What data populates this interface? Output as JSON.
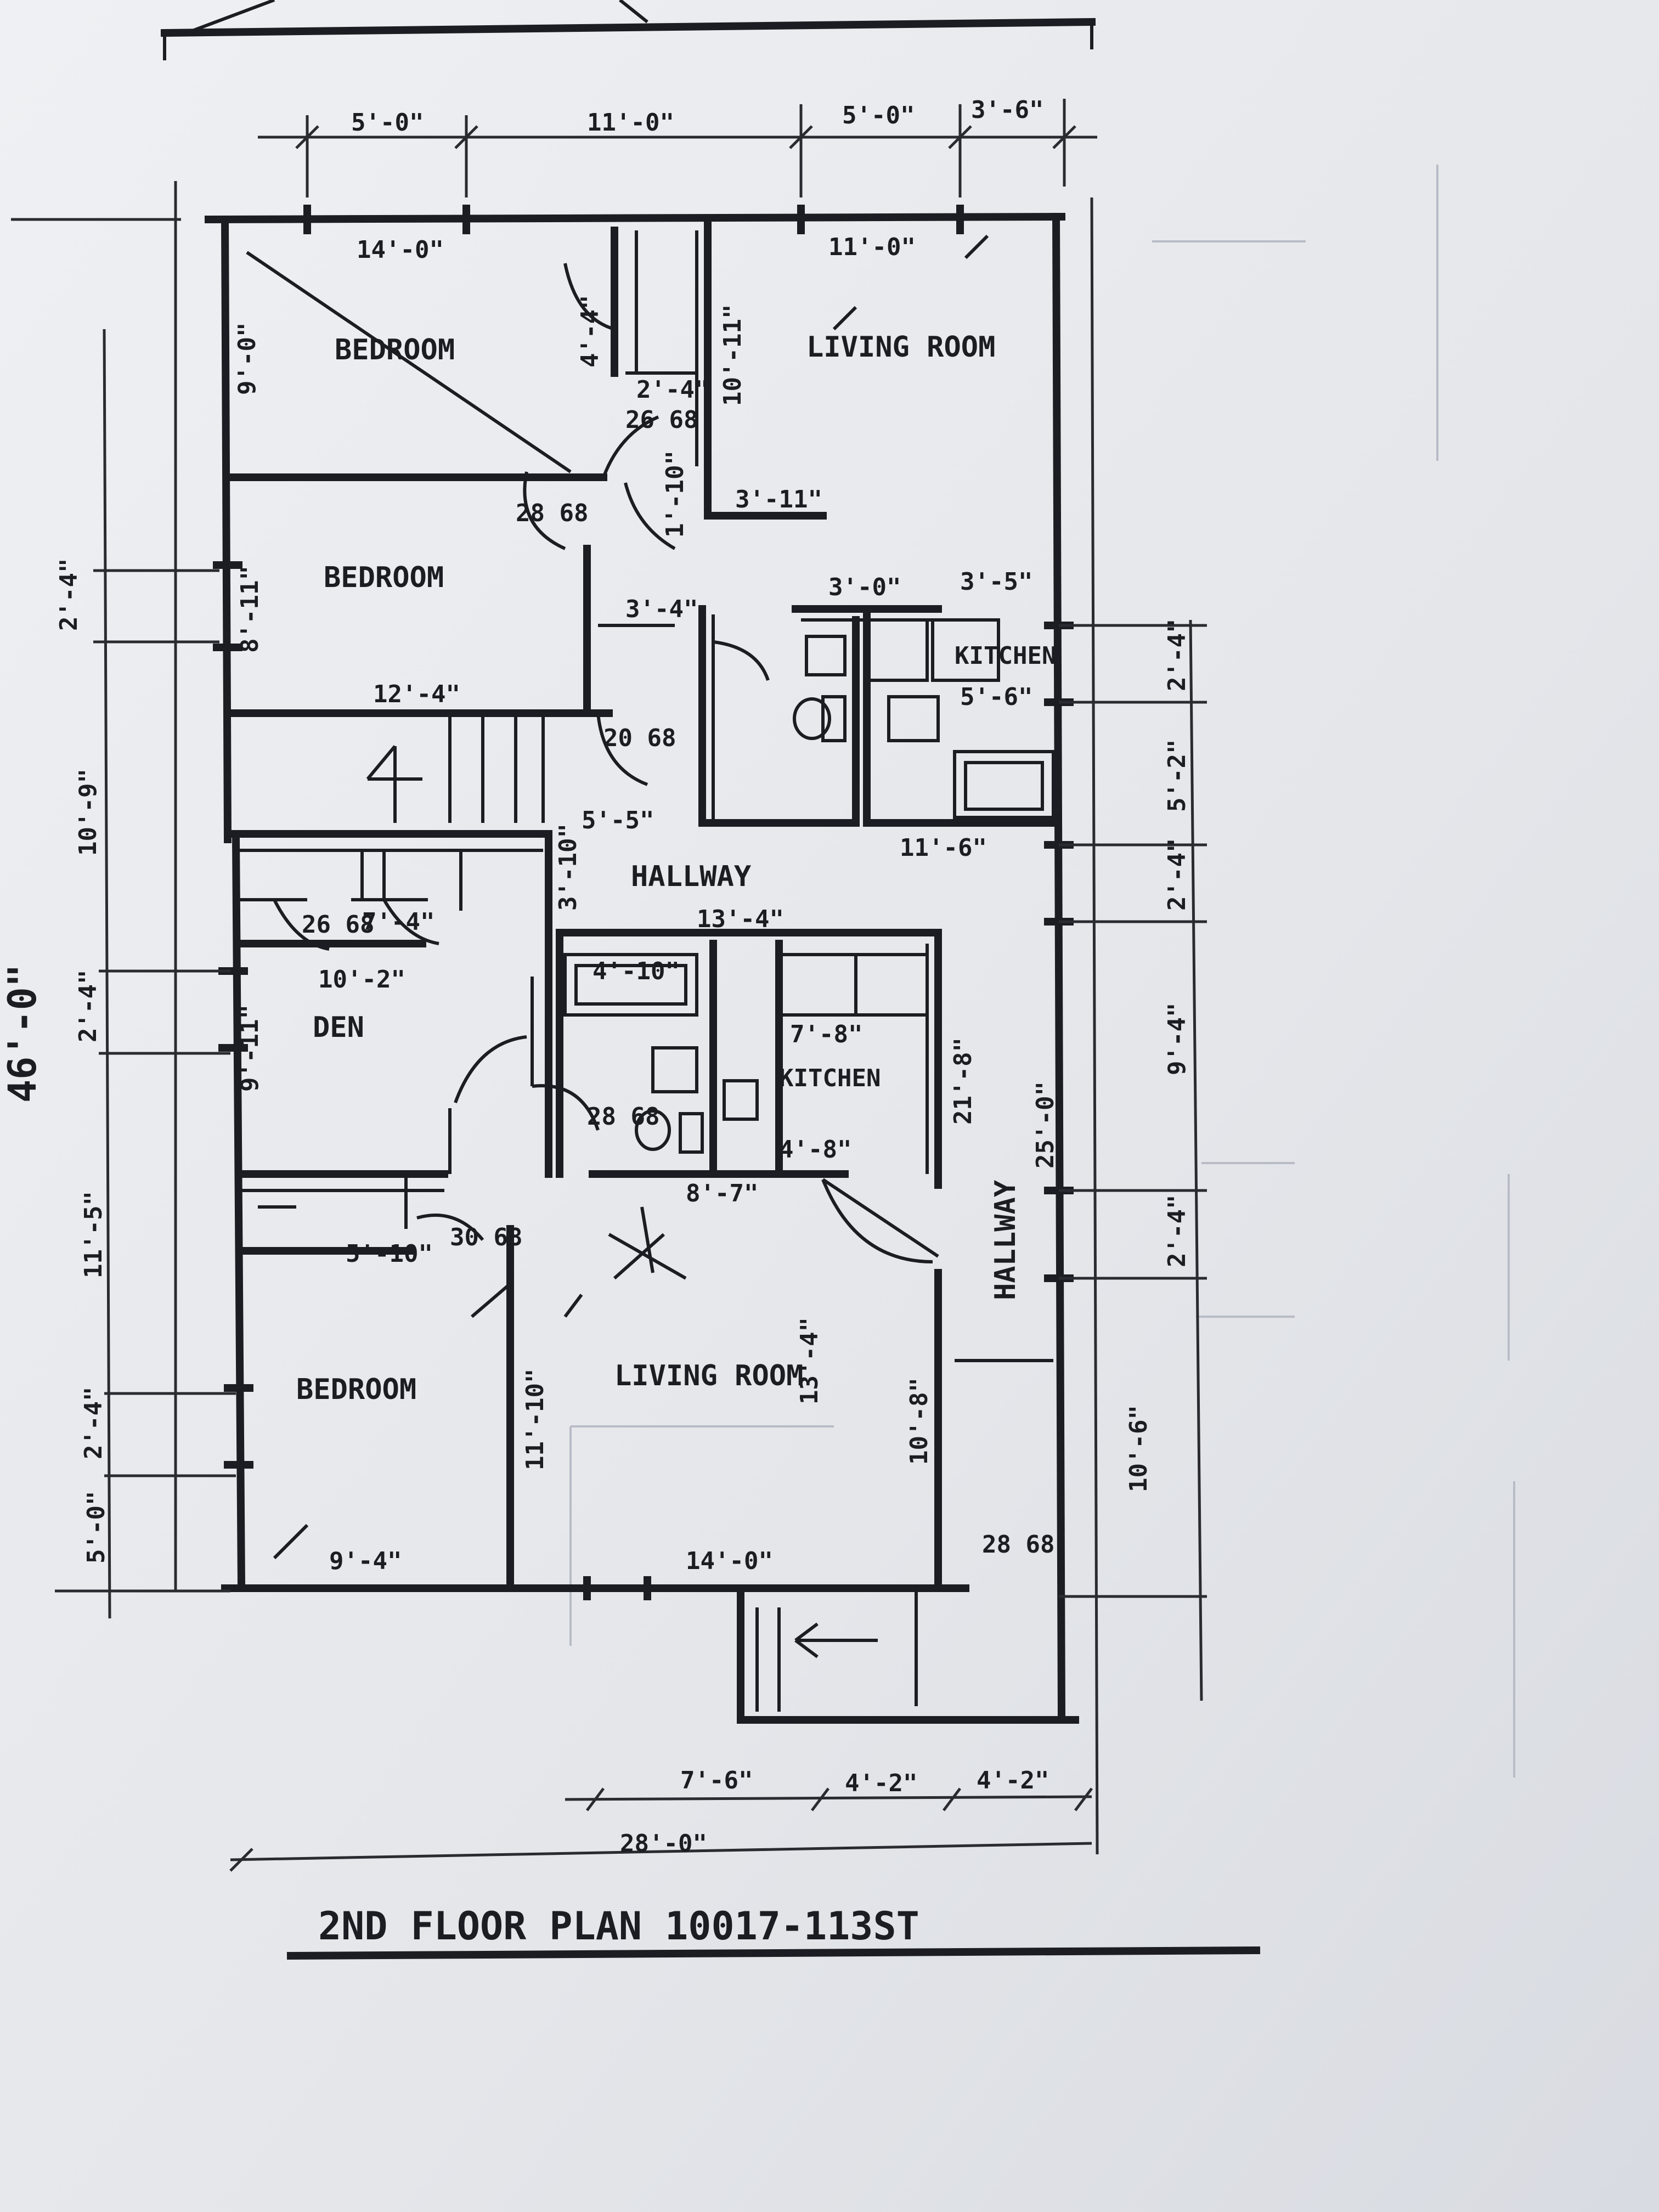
{
  "title": "2ND FLOOR PLAN 10017-113ST",
  "rooms": {
    "bedroom_1": "BEDROOM",
    "living_room_1": "LIVING ROOM",
    "bedroom_2": "BEDROOM",
    "kitchen_1": "KITCHEN",
    "hallway_1": "HALLWAY",
    "den": "DEN",
    "kitchen_2": "KITCHEN",
    "hallway_2": "HALLWAY",
    "bedroom_3": "BEDROOM",
    "living_room_2": "LIVING ROOM"
  },
  "dimensions": {
    "top_1": "5'-0\"",
    "top_2": "11'-0\"",
    "top_3": "5'-0\"",
    "top_4": "3'-6\"",
    "bottom_1": "7'-6\"",
    "bottom_2": "4'-2\"",
    "bottom_3": "4'-2\"",
    "overall_width": "28'-0\"",
    "overall_length": "46'-0\"",
    "left_1": "2'-4\"",
    "left_2": "10'-9\"",
    "left_3": "2'-4\"",
    "left_4": "11'-5\"",
    "left_5": "2'-4\"",
    "left_6": "5'-0\"",
    "right_1": "2'-4\"",
    "right_2": "5'-2\"",
    "right_3": "2'-4\"",
    "right_4": "9'-4\"",
    "right_5": "2'-4\"",
    "right_6": "10'-6\"",
    "bedroom1_w": "14'-0\"",
    "bedroom1_h": "9'-0\"",
    "living1_w": "11'-0\"",
    "living1_h": "10'-11\"",
    "bedroom2_w": "12'-4\"",
    "bedroom2_h": "8'-11\"",
    "hall_opening": "3'-11\"",
    "kitchen1_w": "5'-6\"",
    "kitchen1_upper": "3'-5\"",
    "kitchen1_lower": "11'-6\"",
    "hall1_w": "13'-4\"",
    "den_w": "10'-2\"",
    "den_h": "9'-11\"",
    "kitchen2_w": "7'-8\"",
    "kitchen2_side": "4'-8\"",
    "bath2_w": "8'-7\"",
    "hallway2_len": "25'-0\"",
    "hall2_side": "21'-8\"",
    "bedroom3_w": "9'-4\"",
    "bedroom3_h": "11'-10\"",
    "living2_w": "14'-0\"",
    "living2_h": "13'-4\"",
    "living2_side": "10'-8\"",
    "closet_1": "4'-4\"",
    "closet_2": "2'-4\"",
    "closet_3": "1'-10\"",
    "closet_4": "7'-4\"",
    "closet_5": "5'-10\"",
    "closet_6": "3'-4\"",
    "bath1_w": "3'-0\"",
    "tub_2": "4'-10\"",
    "stair_1": "3'-10\"",
    "stair_2": "5'-5\"",
    "door_1": "26 68",
    "door_2": "28 68",
    "door_3": "20 68",
    "door_4": "26 68",
    "door_5": "28 68",
    "door_6": "30 68",
    "door_7": "28 68"
  }
}
